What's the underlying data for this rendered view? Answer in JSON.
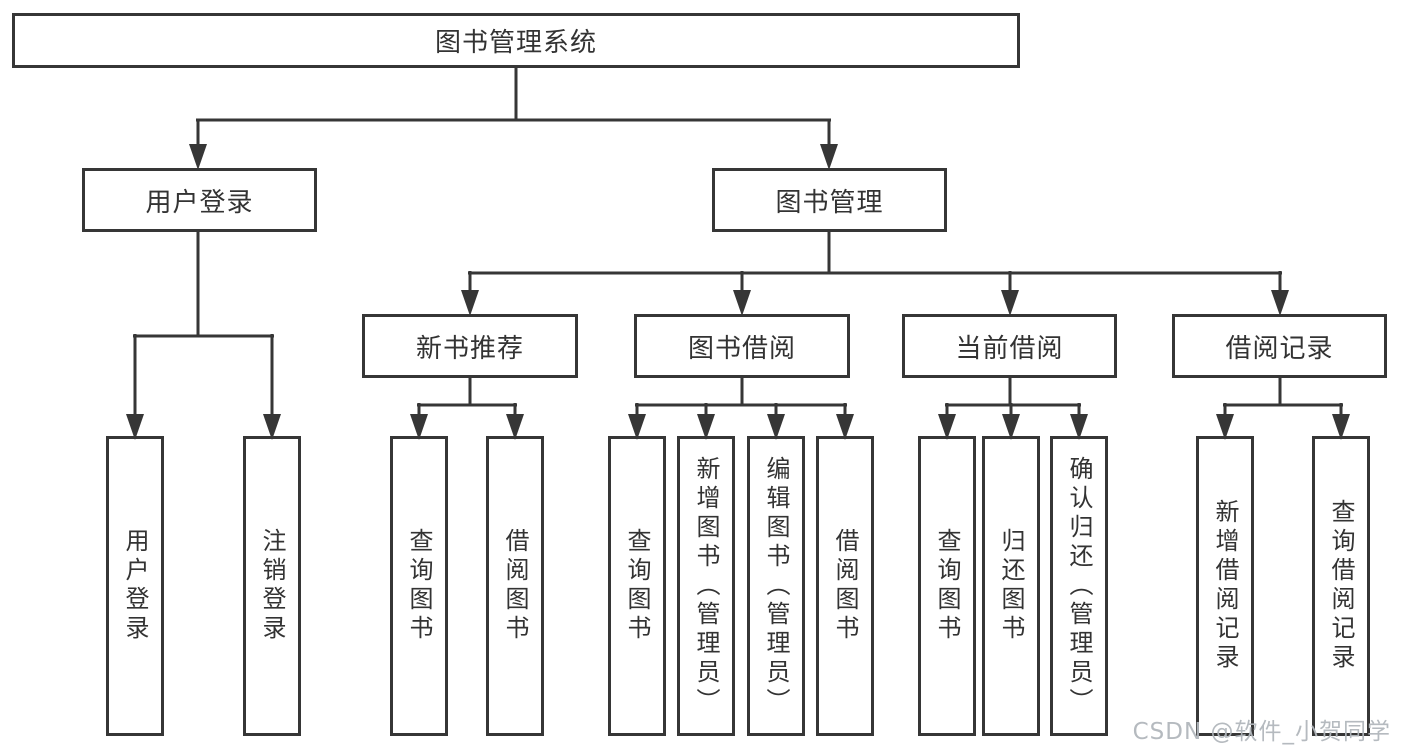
{
  "nodes": {
    "root": "图书管理系统",
    "user_login": "用户登录",
    "book_mgmt": "图书管理",
    "new_book_rec": "新书推荐",
    "book_borrow": "图书借阅",
    "current_borrow": "当前借阅",
    "borrow_records": "借阅记录",
    "leaf_user_login": "用户登录",
    "leaf_logout": "注销登录",
    "leaf_nbr_query": "查询图书",
    "leaf_nbr_borrow": "借阅图书",
    "leaf_bb_query": "查询图书",
    "leaf_bb_add": "新增图书（管理员）",
    "leaf_bb_edit": "编辑图书（管理员）",
    "leaf_bb_borrow": "借阅图书",
    "leaf_cb_query": "查询图书",
    "leaf_cb_return": "归还图书",
    "leaf_cb_confirm": "确认归还（管理员）",
    "leaf_br_add": "新增借阅记录",
    "leaf_br_query": "查询借阅记录"
  },
  "watermark": "CSDN @软件_小贺同学",
  "colors": {
    "line": "#363636",
    "text": "#333333",
    "background": "#ffffff",
    "watermark": "#b1b6bc"
  }
}
